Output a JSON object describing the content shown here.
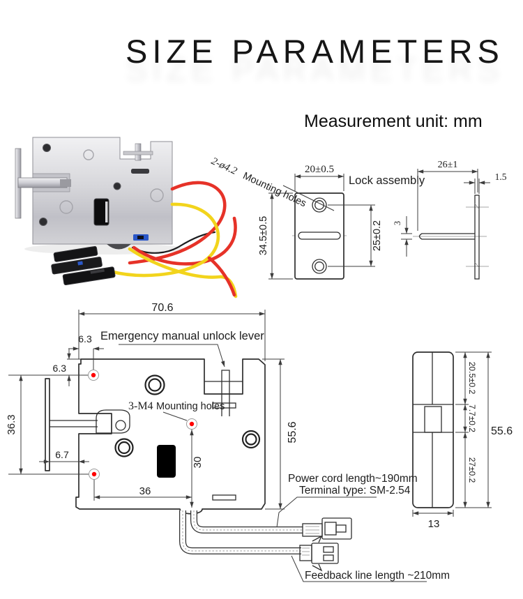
{
  "title": "SIZE PARAMETERS",
  "unit_note": "Measurement unit: mm",
  "bracket_view": {
    "holes_label_prefix": "2-ø4.2",
    "holes_label": "Mounting holes",
    "assembly_label": "Lock assembly",
    "dim_width": "20±0.5",
    "dim_height": "34.5±0.5",
    "dim_hole_spacing": "25±0.2"
  },
  "bracket_side_view": {
    "dim_tongue_length": "26±1",
    "dim_plate_thickness": "1.5",
    "dim_tongue_thickness": "3"
  },
  "lock_front_view": {
    "lever_label": "Emergency manual unlock lever",
    "mount_label_prefix": "3-M4",
    "mount_label": "Mounting holes",
    "dim_width": "70.6",
    "dim_hole_inset_x": "6.3",
    "dim_hole_inset_y": "6.3",
    "dim_latch_height": "36.3",
    "dim_latch_gap": "6.7",
    "dim_hole_span": "36",
    "dim_hole_bottom_offset": "30",
    "dim_height": "55.6"
  },
  "lock_side_view": {
    "dim_top_section": "20.5±0.2",
    "dim_mid_section": "7.7±0.2",
    "dim_bottom_section": "27±0.2",
    "dim_height": "55.6",
    "dim_depth": "13"
  },
  "cables": {
    "power_line1": "Power cord length~190mm",
    "power_line2": "Terminal type: SM-2.54",
    "feedback_line": "Feedback line length ~210mm"
  },
  "colors": {
    "drawing_line": "#2e2e2e",
    "hole_marker_red": "#ff0000",
    "wire_red": "#e63228",
    "wire_yellow": "#f2d41c",
    "metal_light": "#ececef",
    "metal_dark": "#b9b9bf",
    "connector_black": "#1c1c1e",
    "indicator_blue": "#2a57c8"
  }
}
